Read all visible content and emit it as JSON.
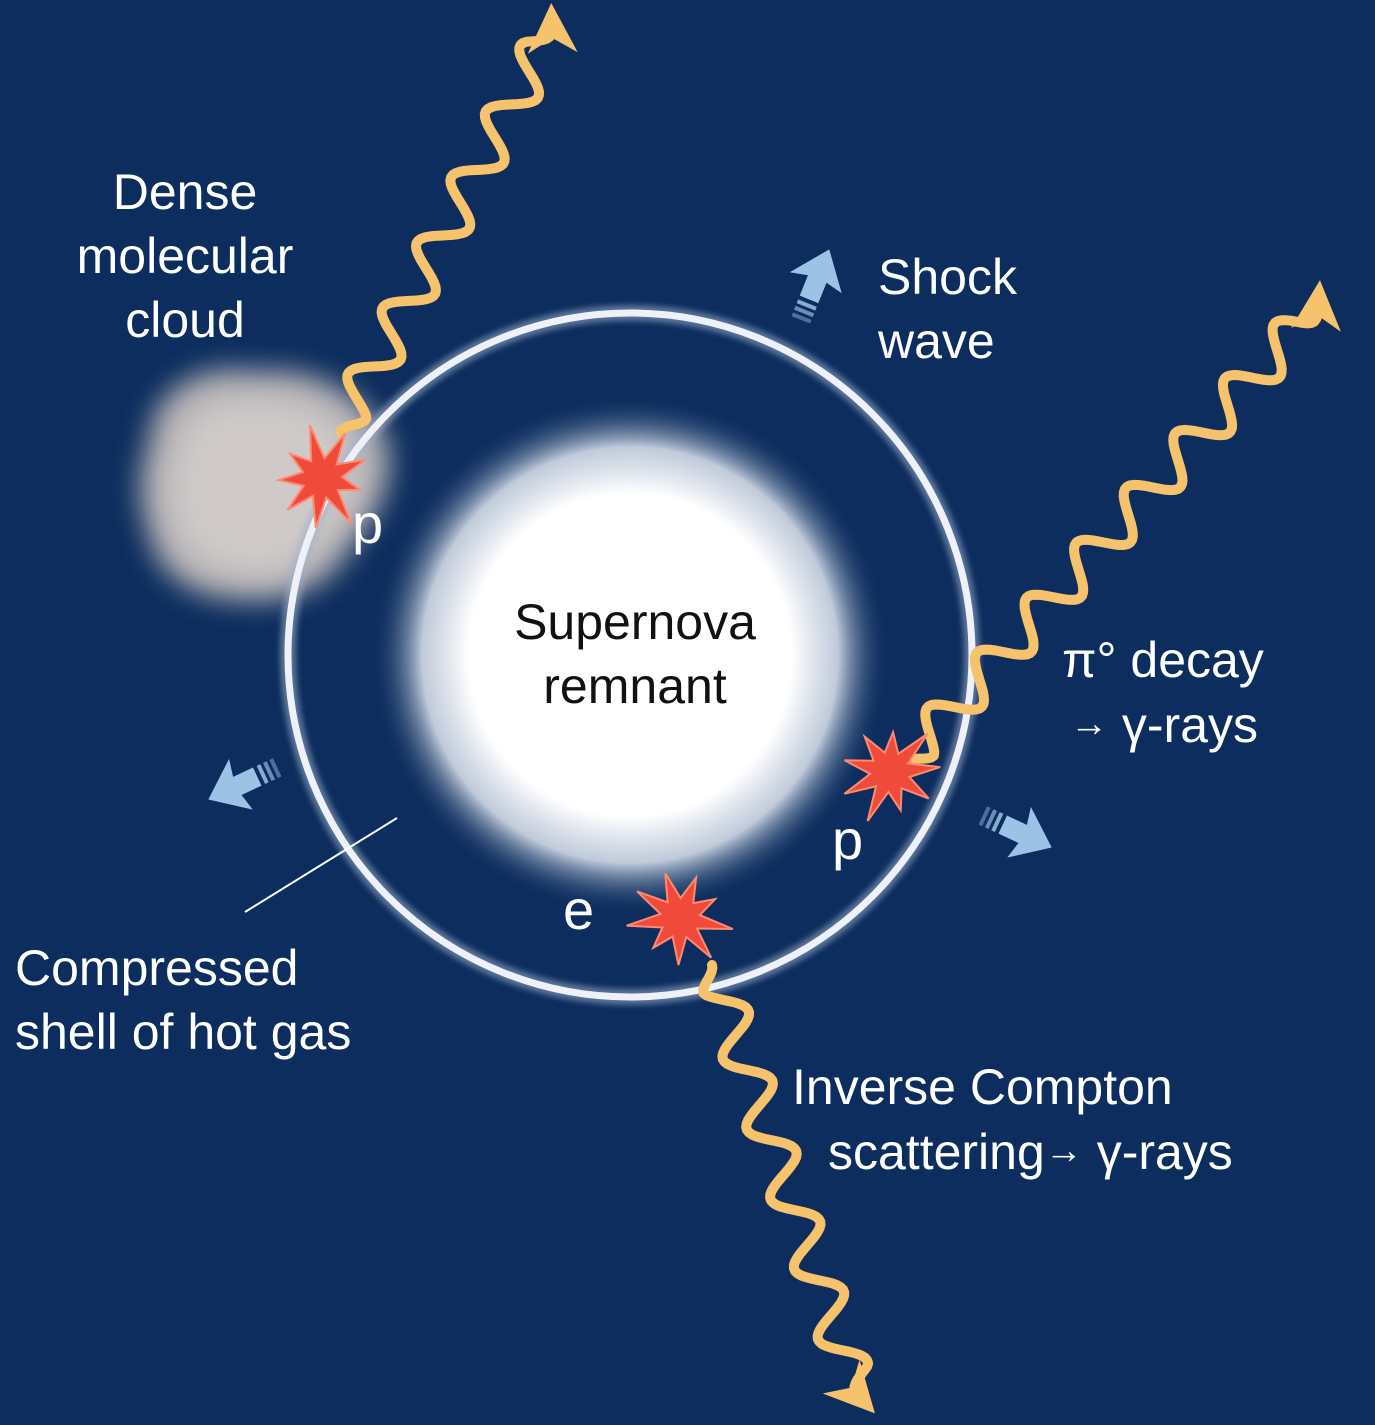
{
  "labels": {
    "dense_cloud": [
      "Dense",
      "molecular",
      "cloud"
    ],
    "shock_wave": [
      "Shock",
      "wave"
    ],
    "supernova": [
      "Supernova",
      "remnant"
    ],
    "pion_decay": {
      "line1": "π° decay",
      "arrow": "→",
      "line2": "γ-rays"
    },
    "compressed_shell": [
      "Compressed",
      "shell of hot gas"
    ],
    "inverse_compton": {
      "line1": "Inverse Compton",
      "line2a": "scattering",
      "arrow": "→",
      "line2b": "γ-rays"
    },
    "particle_p_top": "p",
    "particle_p_right": "p",
    "particle_e": "e"
  },
  "colors": {
    "background": "#0c2d5e",
    "ring": "#e8edf5",
    "photon": "#f6c26b",
    "collision_star": "#ef4a3a",
    "shock_arrow": "#9cc3e6",
    "cloud": "#c9c2c0",
    "remnant_core": "#ffffff"
  },
  "icons": [
    "gamma-ray-photon-icon",
    "collision-burst-icon",
    "shock-direction-arrow-icon",
    "molecular-cloud-icon"
  ]
}
